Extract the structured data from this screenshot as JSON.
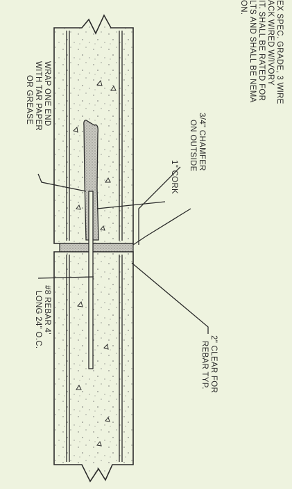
{
  "background": "#eef3df",
  "ink": "#2b2b2b",
  "notes_lines": [
    "EX SPEC. GRADE, 3 WIRE",
    "ACK WIRED W/IVORY",
    "IT. SHALL BE RATED FOR",
    "LTS AND SHALL BE NEMA",
    "ON."
  ],
  "labels": {
    "wrap": [
      "WRAP ONE END",
      "WITH TAR PAPER",
      "OR GREASE"
    ],
    "chamfer": [
      "3/4\" CHAMFER",
      "ON OUTSIDE"
    ],
    "cork": [
      "1\" CORK"
    ],
    "rebar": [
      "#8 REBAR 4'",
      "LONG 24\" O.C."
    ],
    "clear": [
      "2\" CLEAR FOR",
      "REBAR TYP."
    ]
  }
}
